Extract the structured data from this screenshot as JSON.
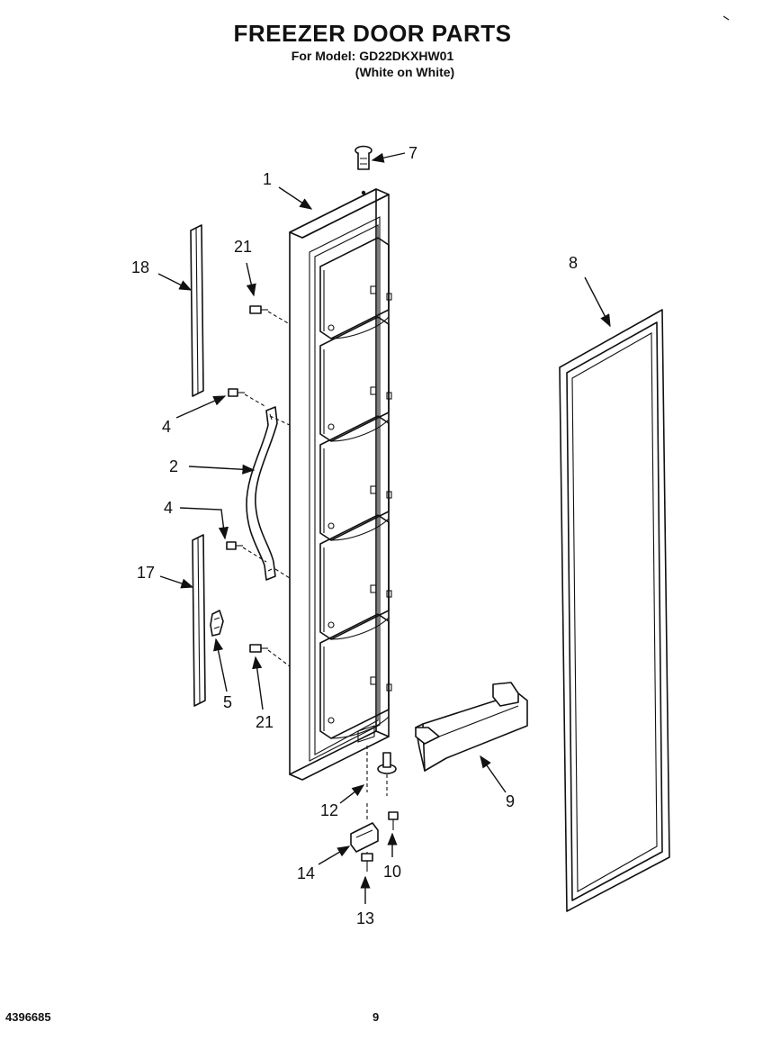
{
  "header": {
    "title": "FREEZER DOOR PARTS",
    "model_line": "For Model: GD22DKXHW01",
    "variant": "(White on White)"
  },
  "footer": {
    "document_number": "4396685",
    "page_number": "9"
  },
  "callouts": {
    "door": "1",
    "handle": "2",
    "handle_screw_upper": "4",
    "handle_screw_lower": "4",
    "plug": "5",
    "top_bushing": "7",
    "gasket": "8",
    "bin": "9",
    "hinge_screw": "10",
    "hinge_pin": "12",
    "hinge_bracket_screw": "13",
    "hinge_bracket": "14",
    "trim_lower": "17",
    "trim_upper": "18",
    "door_screw_upper": "21",
    "door_screw_lower": "21"
  },
  "colors": {
    "ink": "#111111",
    "paper": "#ffffff"
  }
}
